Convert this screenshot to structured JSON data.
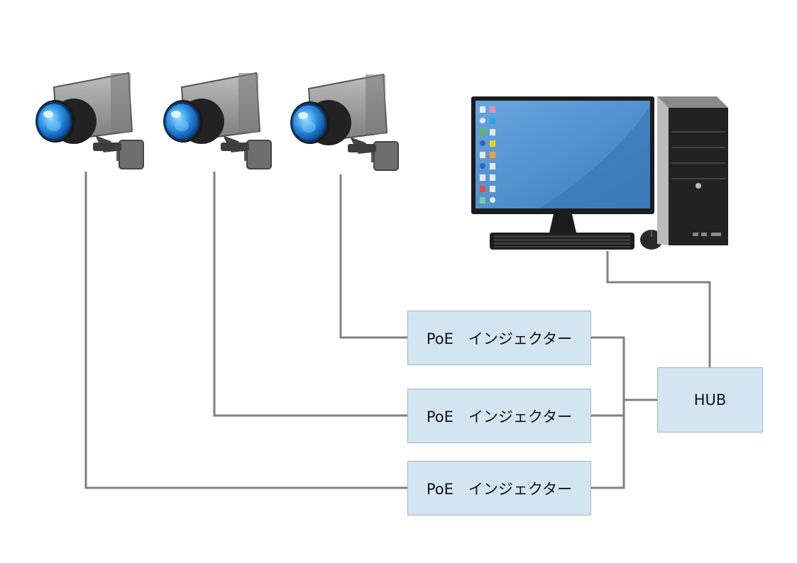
{
  "diagram": {
    "injectors": [
      {
        "label": "PoE　インジェクター"
      },
      {
        "label": "PoE　インジェクター"
      },
      {
        "label": "PoE　インジェクター"
      }
    ],
    "hub": {
      "label": "HUB"
    },
    "colors": {
      "box_fill": "#d3e5f1",
      "line": "#808080",
      "monitor_screen": "#4a86c5",
      "lens": "#2e8fe0"
    },
    "icons": [
      "camera-icon",
      "camera-icon",
      "camera-icon",
      "monitor-icon",
      "pc-tower-icon",
      "keyboard-icon",
      "mouse-icon"
    ]
  }
}
